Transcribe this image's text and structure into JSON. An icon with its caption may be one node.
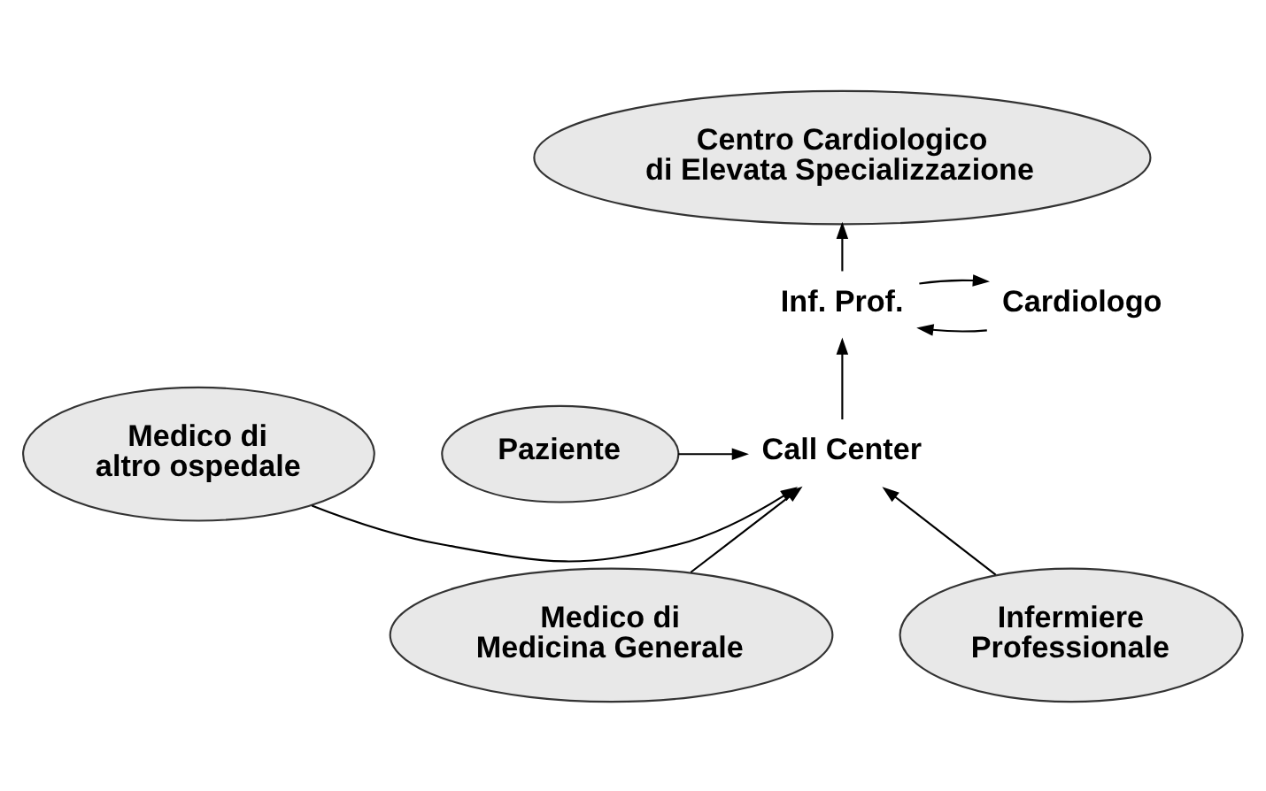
{
  "diagram": {
    "nodes": [
      {
        "text": [
          "Centro Cardiologico di Elevata Specializzazione"
        ]
      },
      {
        "text": [
          "Inf. Prof."
        ]
      },
      {
        "text": [
          "Cardiologo"
        ]
      },
      {
        "text": [
          "Medico di altro ospedale"
        ]
      },
      {
        "text": [
          "Call Center"
        ]
      },
      {
        "text": [
          "Paziente"
        ]
      },
      {
        "text": [
          "Medico di Medicina Generale"
        ]
      },
      {
        "text": [
          "Infermiere Professionale"
        ]
      }
    ],
    "edges": [
      {
        "from": 1,
        "to": 0,
        "arrow": "to"
      },
      {
        "from": 1,
        "to": 2,
        "arrow": "to"
      },
      {
        "from": 2,
        "to": 1,
        "arrow": "to"
      },
      {
        "from": 4,
        "to": 1,
        "arrow": "to"
      },
      {
        "from": 3,
        "to": 4,
        "arrow": "to"
      },
      {
        "from": 5,
        "to": 4,
        "arrow": "to"
      },
      {
        "from": 6,
        "to": 4,
        "arrow": "to"
      },
      {
        "from": 7,
        "to": 4,
        "arrow": "to"
      }
    ]
  }
}
